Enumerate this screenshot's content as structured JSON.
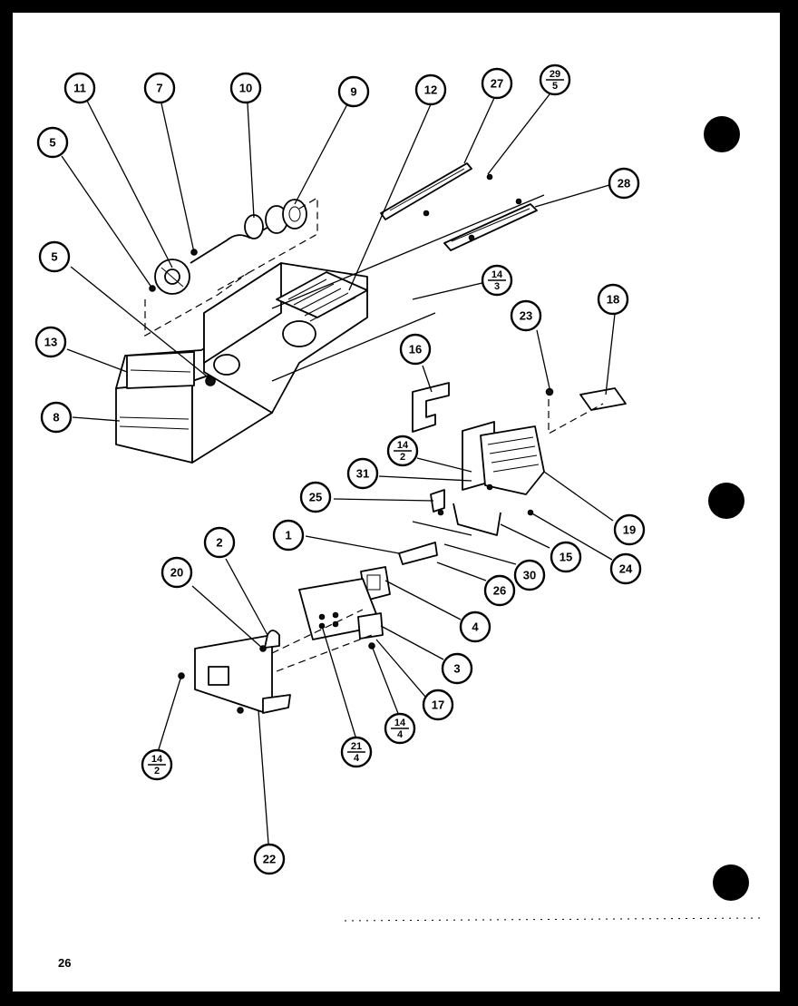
{
  "diagram": {
    "page_number": "26",
    "callouts": [
      {
        "id": "c-11",
        "label": "11"
      },
      {
        "id": "c-7",
        "label": "7"
      },
      {
        "id": "c-10",
        "label": "10"
      },
      {
        "id": "c-9",
        "label": "9"
      },
      {
        "id": "c-12",
        "label": "12"
      },
      {
        "id": "c-27",
        "label": "27"
      },
      {
        "id": "c-29-5",
        "top": "29",
        "bottom": "5"
      },
      {
        "id": "c-5a",
        "label": "5"
      },
      {
        "id": "c-28",
        "label": "28"
      },
      {
        "id": "c-5b",
        "label": "5"
      },
      {
        "id": "c-14-3",
        "top": "14",
        "bottom": "3"
      },
      {
        "id": "c-18",
        "label": "18"
      },
      {
        "id": "c-23",
        "label": "23"
      },
      {
        "id": "c-13",
        "label": "13"
      },
      {
        "id": "c-16",
        "label": "16"
      },
      {
        "id": "c-8",
        "label": "8"
      },
      {
        "id": "c-14-2a",
        "top": "14",
        "bottom": "2"
      },
      {
        "id": "c-31",
        "label": "31"
      },
      {
        "id": "c-25",
        "label": "25"
      },
      {
        "id": "c-19",
        "label": "19"
      },
      {
        "id": "c-15",
        "label": "15"
      },
      {
        "id": "c-24",
        "label": "24"
      },
      {
        "id": "c-1",
        "label": "1"
      },
      {
        "id": "c-30",
        "label": "30"
      },
      {
        "id": "c-2",
        "label": "2"
      },
      {
        "id": "c-20",
        "label": "20"
      },
      {
        "id": "c-26",
        "label": "26"
      },
      {
        "id": "c-4",
        "label": "4"
      },
      {
        "id": "c-3",
        "label": "3"
      },
      {
        "id": "c-17",
        "label": "17"
      },
      {
        "id": "c-14-4",
        "top": "14",
        "bottom": "4"
      },
      {
        "id": "c-21-4",
        "top": "21",
        "bottom": "4"
      },
      {
        "id": "c-14-2b",
        "top": "14",
        "bottom": "2"
      },
      {
        "id": "c-22",
        "label": "22"
      }
    ]
  }
}
